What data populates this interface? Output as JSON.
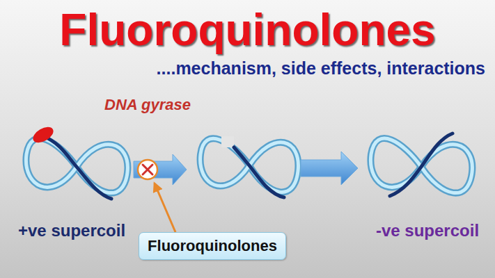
{
  "diagram": {
    "title": "Fluoroquinolones",
    "nodes": [
      {
        "text": [
          "Fluoroquinolones"
        ]
      }
    ],
    "labels": [
      "....mechanism, side effects, interactions",
      "DNA gyrase",
      "+ve supercoil",
      "-ve supercoil"
    ]
  }
}
